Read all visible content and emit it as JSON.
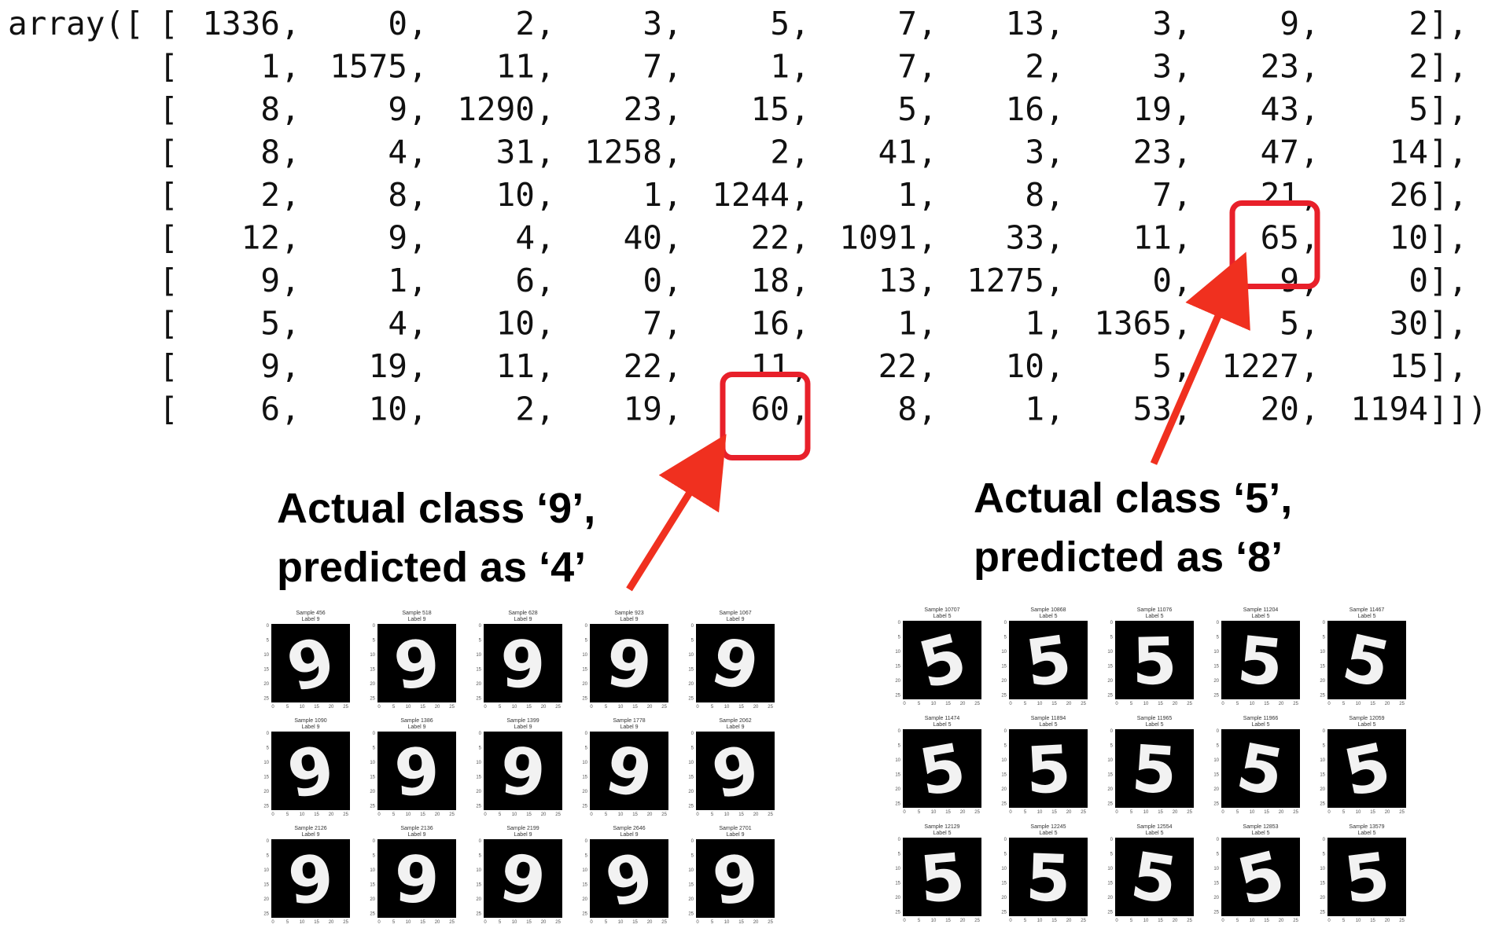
{
  "matrix": {
    "prefix": "array([",
    "rows": [
      [
        "1336",
        "0",
        "2",
        "3",
        "5",
        "7",
        "13",
        "3",
        "9",
        "2"
      ],
      [
        "1",
        "1575",
        "11",
        "7",
        "1",
        "7",
        "2",
        "3",
        "23",
        "2"
      ],
      [
        "8",
        "9",
        "1290",
        "23",
        "15",
        "5",
        "16",
        "19",
        "43",
        "5"
      ],
      [
        "8",
        "4",
        "31",
        "1258",
        "2",
        "41",
        "3",
        "23",
        "47",
        "14"
      ],
      [
        "2",
        "8",
        "10",
        "1",
        "1244",
        "1",
        "8",
        "7",
        "21",
        "26"
      ],
      [
        "12",
        "9",
        "4",
        "40",
        "22",
        "1091",
        "33",
        "11",
        "65",
        "10"
      ],
      [
        "9",
        "1",
        "6",
        "0",
        "18",
        "13",
        "1275",
        "0",
        "9",
        "0"
      ],
      [
        "5",
        "4",
        "10",
        "7",
        "16",
        "1",
        "1",
        "1365",
        "5",
        "30"
      ],
      [
        "9",
        "19",
        "11",
        "22",
        "11",
        "22",
        "10",
        "5",
        "1227",
        "15"
      ],
      [
        "6",
        "10",
        "2",
        "19",
        "60",
        "8",
        "1",
        "53",
        "20",
        "1194"
      ]
    ],
    "highlights": [
      {
        "row": 9,
        "col": 4
      },
      {
        "row": 5,
        "col": 8
      }
    ],
    "highlight_color": "#e8202a"
  },
  "captions": {
    "left": {
      "line1": "Actual class ‘9’,",
      "line2": "predicted as ‘4’"
    },
    "right": {
      "line1": "Actual class ‘5’,",
      "line2": "predicted as ‘8’"
    }
  },
  "arrow_color": "#f0301f",
  "axis_ticks": [
    "0",
    "5",
    "10",
    "15",
    "20",
    "25"
  ],
  "grids": {
    "left": {
      "glyph": "9",
      "samples": [
        {
          "title": "Sample 456",
          "label": "Label 9"
        },
        {
          "title": "Sample 518",
          "label": "Label 9"
        },
        {
          "title": "Sample 628",
          "label": "Label 9"
        },
        {
          "title": "Sample 923",
          "label": "Label 9"
        },
        {
          "title": "Sample 1067",
          "label": "Label 9"
        },
        {
          "title": "Sample 1090",
          "label": "Label 9"
        },
        {
          "title": "Sample 1386",
          "label": "Label 9"
        },
        {
          "title": "Sample 1399",
          "label": "Label 9"
        },
        {
          "title": "Sample 1778",
          "label": "Label 9"
        },
        {
          "title": "Sample 2062",
          "label": "Label 9"
        },
        {
          "title": "Sample 2126",
          "label": "Label 9"
        },
        {
          "title": "Sample 2136",
          "label": "Label 9"
        },
        {
          "title": "Sample 2199",
          "label": "Label 9"
        },
        {
          "title": "Sample 2646",
          "label": "Label 9"
        },
        {
          "title": "Sample 2701",
          "label": "Label 9"
        }
      ]
    },
    "right": {
      "glyph": "5",
      "samples": [
        {
          "title": "Sample 10707",
          "label": "Label 5"
        },
        {
          "title": "Sample 10868",
          "label": "Label 5"
        },
        {
          "title": "Sample 11076",
          "label": "Label 5"
        },
        {
          "title": "Sample 11204",
          "label": "Label 5"
        },
        {
          "title": "Sample 11467",
          "label": "Label 5"
        },
        {
          "title": "Sample 11474",
          "label": "Label 5"
        },
        {
          "title": "Sample 11894",
          "label": "Label 5"
        },
        {
          "title": "Sample 11965",
          "label": "Label 5"
        },
        {
          "title": "Sample 11966",
          "label": "Label 5"
        },
        {
          "title": "Sample 12059",
          "label": "Label 5"
        },
        {
          "title": "Sample 12129",
          "label": "Label 5"
        },
        {
          "title": "Sample 12245",
          "label": "Label 5"
        },
        {
          "title": "Sample 12554",
          "label": "Label 5"
        },
        {
          "title": "Sample 12853",
          "label": "Label 5"
        },
        {
          "title": "Sample 13579",
          "label": "Label 5"
        }
      ]
    }
  }
}
